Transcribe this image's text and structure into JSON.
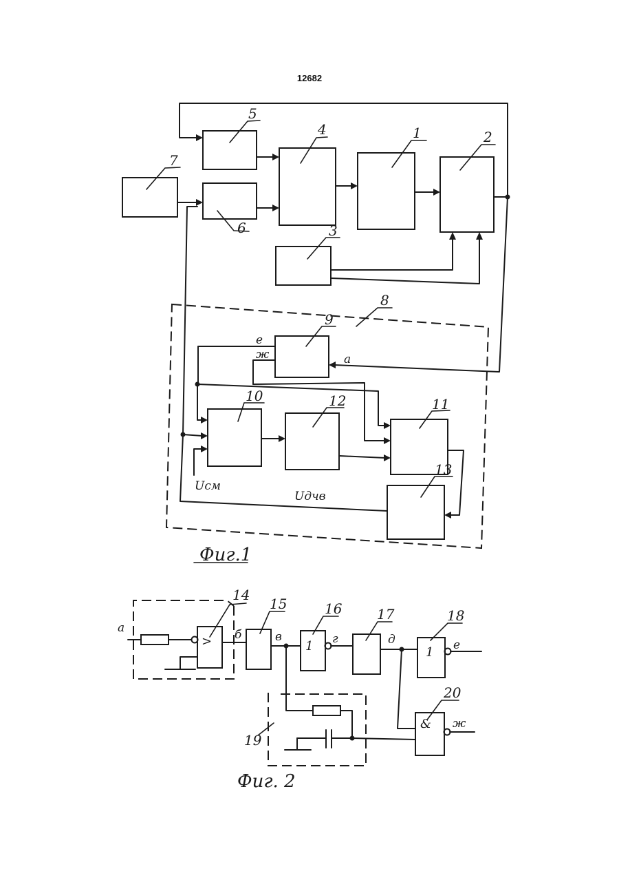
{
  "page_number": "12682",
  "fig1": {
    "caption": "Фиг.1",
    "block_numbers": [
      "1",
      "2",
      "3",
      "4",
      "5",
      "6",
      "7",
      "8",
      "9",
      "10",
      "11",
      "12",
      "13"
    ],
    "signals": {
      "e": "е",
      "zh": "ж",
      "a": "а"
    },
    "voltage_labels": {
      "u_sm": "Uсм",
      "u_dch": "Uдчв"
    }
  },
  "fig2": {
    "caption": "Фиг. 2",
    "block_numbers": [
      "14",
      "15",
      "16",
      "17",
      "18",
      "19",
      "20"
    ],
    "signals": {
      "a": "а",
      "b": "б",
      "v": "в",
      "g": "г",
      "d": "д",
      "e": "е",
      "zh": "ж"
    },
    "gate_symbols": {
      "comparator": ">",
      "inverter_16": "1",
      "inverter_18": "1",
      "and_20": "&"
    }
  }
}
